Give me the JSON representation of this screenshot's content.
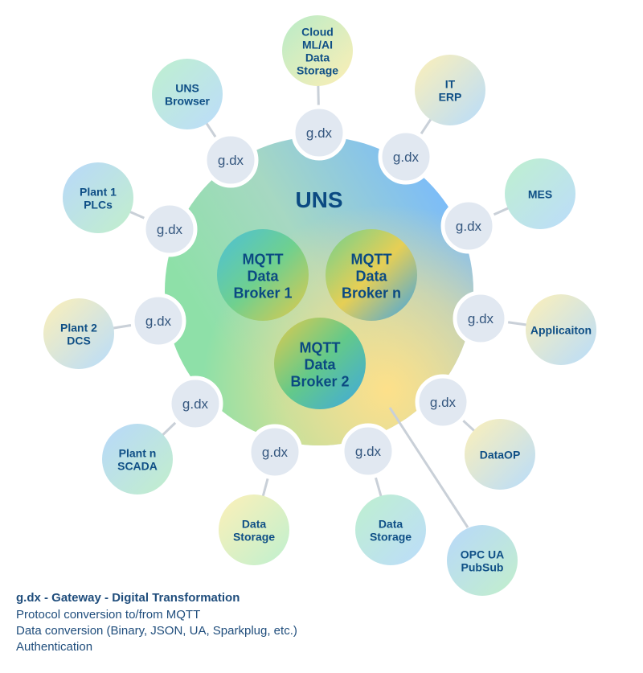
{
  "center": {
    "title": "UNS",
    "brokers": [
      {
        "key": "b1",
        "lines": [
          "MQTT",
          "Data",
          "Broker 1"
        ]
      },
      {
        "key": "bn",
        "lines": [
          "MQTT",
          "Data",
          "Broker n"
        ]
      },
      {
        "key": "b2",
        "lines": [
          "MQTT",
          "Data",
          "Broker 2"
        ]
      }
    ]
  },
  "gateway_label": "g.dx",
  "nodes": [
    {
      "key": "cloud",
      "lines": [
        "Cloud",
        "ML/AI",
        "Data",
        "Storage"
      ],
      "gradient": "g-green-yellow",
      "gateway": true
    },
    {
      "key": "it-erp",
      "lines": [
        "IT",
        "ERP"
      ],
      "gradient": "g-yellow-blue",
      "gateway": true
    },
    {
      "key": "mes",
      "lines": [
        "MES"
      ],
      "gradient": "g-green-blue",
      "gateway": true
    },
    {
      "key": "application",
      "lines": [
        "Applicaiton"
      ],
      "gradient": "g-yellow-blue",
      "gateway": true
    },
    {
      "key": "dataop",
      "lines": [
        "DataOP"
      ],
      "gradient": "g-yellow-blue",
      "gateway": true
    },
    {
      "key": "opc-ua",
      "lines": [
        "OPC UA",
        "PubSub"
      ],
      "gradient": "g-blue-green",
      "gateway": false
    },
    {
      "key": "storage-right",
      "lines": [
        "Data",
        "Storage"
      ],
      "gradient": "g-green-blue",
      "gateway": true
    },
    {
      "key": "storage-left",
      "lines": [
        "Data",
        "Storage"
      ],
      "gradient": "g-yellow-green",
      "gateway": true
    },
    {
      "key": "plant-n",
      "lines": [
        "Plant n",
        "SCADA"
      ],
      "gradient": "g-blue-green",
      "gateway": true
    },
    {
      "key": "plant-2",
      "lines": [
        "Plant 2",
        "DCS"
      ],
      "gradient": "g-yellow-blue",
      "gateway": true
    },
    {
      "key": "plant-1",
      "lines": [
        "Plant 1",
        "PLCs"
      ],
      "gradient": "g-blue-green",
      "gateway": true
    },
    {
      "key": "uns-browser",
      "lines": [
        "UNS",
        "Browser"
      ],
      "gradient": "g-green-blue",
      "gateway": true
    }
  ],
  "legend": {
    "title": "g.dx - Gateway - Digital Transformation",
    "lines": [
      "Protocol conversion to/from MQTT",
      "Data conversion (Binary, JSON, UA, Sparkplug, etc.)",
      "Authentication"
    ]
  },
  "colors": {
    "text": "#0b4a82",
    "gateway_fill": "#e1e8f1",
    "connector": "#c9d0d8"
  }
}
